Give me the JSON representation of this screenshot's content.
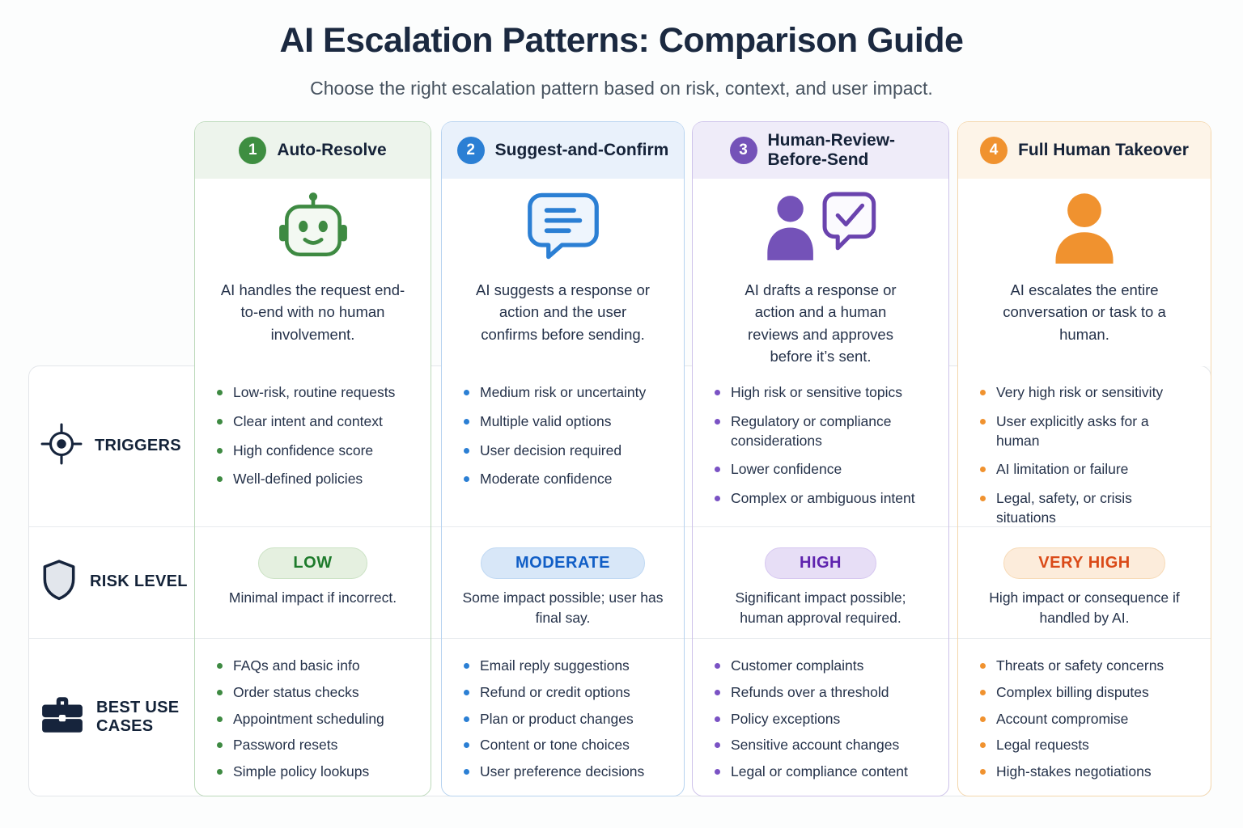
{
  "page": {
    "title": "AI Escalation Patterns: Comparison Guide",
    "subtitle": "Choose the right escalation pattern based on risk, context, and user impact."
  },
  "row_labels": {
    "triggers": "TRIGGERS",
    "risk": "RISK LEVEL",
    "use_cases": "BEST USE CASES"
  },
  "row_icons": [
    "target-icon",
    "shield-icon",
    "briefcase-icon"
  ],
  "columns": [
    {
      "number": "1",
      "title": "Auto-Resolve",
      "icon": "robot-icon",
      "description": "AI handles the request end-to-end with no human involvement.",
      "colors": {
        "accent": "#3e8e41",
        "border": "#bcd9ba",
        "band_bg": "#edf4ec",
        "badge_bg": "#e5f0e0",
        "badge_text": "#1e7b2c"
      },
      "triggers": [
        "Low-risk, routine requests",
        "Clear intent and context",
        "High confidence score",
        "Well-defined policies"
      ],
      "risk": {
        "badge": "LOW",
        "text": "Minimal impact if incorrect."
      },
      "use_cases": [
        "FAQs and basic info",
        "Order status checks",
        "Appointment scheduling",
        "Password resets",
        "Simple policy lookups"
      ]
    },
    {
      "number": "2",
      "title": "Suggest-and-Confirm",
      "icon": "chat-bubble-icon",
      "description": "AI suggests a response or action and the user confirms before sending.",
      "colors": {
        "accent": "#2b7fd4",
        "border": "#b7d3f0",
        "band_bg": "#e9f1fb",
        "badge_bg": "#d8e7f8",
        "badge_text": "#115ec6"
      },
      "triggers": [
        "Medium risk or uncertainty",
        "Multiple valid options",
        "User decision required",
        "Moderate confidence"
      ],
      "risk": {
        "badge": "MODERATE",
        "text": "Some impact possible; user has final say."
      },
      "use_cases": [
        "Email reply suggestions",
        "Refund or credit options",
        "Plan or product changes",
        "Content or tone choices",
        "User preference decisions"
      ]
    },
    {
      "number": "3",
      "title": "Human-Review-Before-Send",
      "icon": "person-check-icon",
      "description": "AI drafts a response or action and a human reviews and approves before it’s sent.",
      "colors": {
        "accent": "#7452b8",
        "border": "#cdc2ea",
        "band_bg": "#efecf9",
        "badge_bg": "#e7def6",
        "badge_text": "#5e23ae"
      },
      "triggers": [
        "High risk or sensitive topics",
        "Regulatory or compliance considerations",
        "Lower confidence",
        "Complex or ambiguous intent"
      ],
      "risk": {
        "badge": "HIGH",
        "text": "Significant impact possible; human approval required."
      },
      "use_cases": [
        "Customer complaints",
        "Refunds over a threshold",
        "Policy exceptions",
        "Sensitive account changes",
        "Legal or compliance content"
      ]
    },
    {
      "number": "4",
      "title": "Full Human Takeover",
      "icon": "person-icon",
      "description": "AI escalates the entire conversation or task to a human.",
      "colors": {
        "accent": "#f0922f",
        "border": "#f4d7ad",
        "band_bg": "#fdf4e8",
        "badge_bg": "#fcecdb",
        "badge_text": "#da4a18"
      },
      "triggers": [
        "Very high risk or sensitivity",
        "User explicitly asks for a human",
        "AI limitation or failure",
        "Legal, safety, or crisis situations"
      ],
      "risk": {
        "badge": "VERY HIGH",
        "text": "High impact or consequence if handled by AI."
      },
      "use_cases": [
        "Threats or safety concerns",
        "Complex billing disputes",
        "Account compromise",
        "Legal requests",
        "High-stakes negotiations"
      ]
    }
  ]
}
